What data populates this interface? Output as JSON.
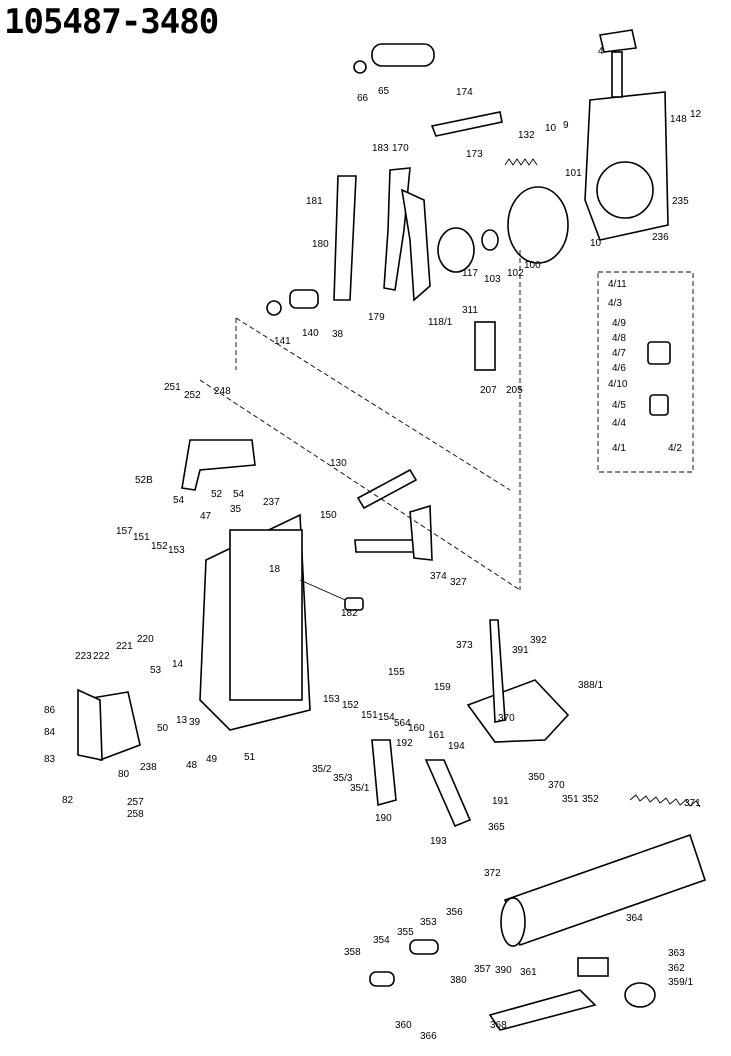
{
  "title": "105487-3480",
  "labels": [
    "4",
    "65",
    "66",
    "174",
    "183",
    "170",
    "173",
    "132",
    "10",
    "9",
    "148",
    "12",
    "181",
    "101",
    "235",
    "10",
    "236",
    "180",
    "117",
    "103",
    "102",
    "100",
    "141",
    "140",
    "38",
    "179",
    "311",
    "118/1",
    "207",
    "205",
    "4/11",
    "4/3",
    "4/9",
    "4/8",
    "4/7",
    "4/6",
    "4/10",
    "4/5",
    "4/4",
    "4/1",
    "4/2",
    "251",
    "252",
    "248",
    "52B",
    "54",
    "52",
    "54",
    "47",
    "35",
    "237",
    "130",
    "150",
    "157",
    "151",
    "152",
    "153",
    "18",
    "182",
    "223",
    "222",
    "221",
    "220",
    "53",
    "14",
    "374",
    "327",
    "373",
    "391",
    "392",
    "388/1",
    "86",
    "84",
    "83",
    "82",
    "80",
    "238",
    "50",
    "13",
    "39",
    "48",
    "49",
    "51",
    "153",
    "152",
    "151",
    "155",
    "154",
    "564",
    "160",
    "161",
    "159",
    "370",
    "192",
    "194",
    "35/2",
    "35/3",
    "35/1",
    "190",
    "193",
    "191",
    "350",
    "370",
    "351",
    "352",
    "371",
    "257",
    "258",
    "365",
    "372",
    "364",
    "358",
    "354",
    "355",
    "353",
    "356",
    "357",
    "380",
    "390",
    "361",
    "363",
    "362",
    "359/1",
    "360",
    "366",
    "368"
  ]
}
